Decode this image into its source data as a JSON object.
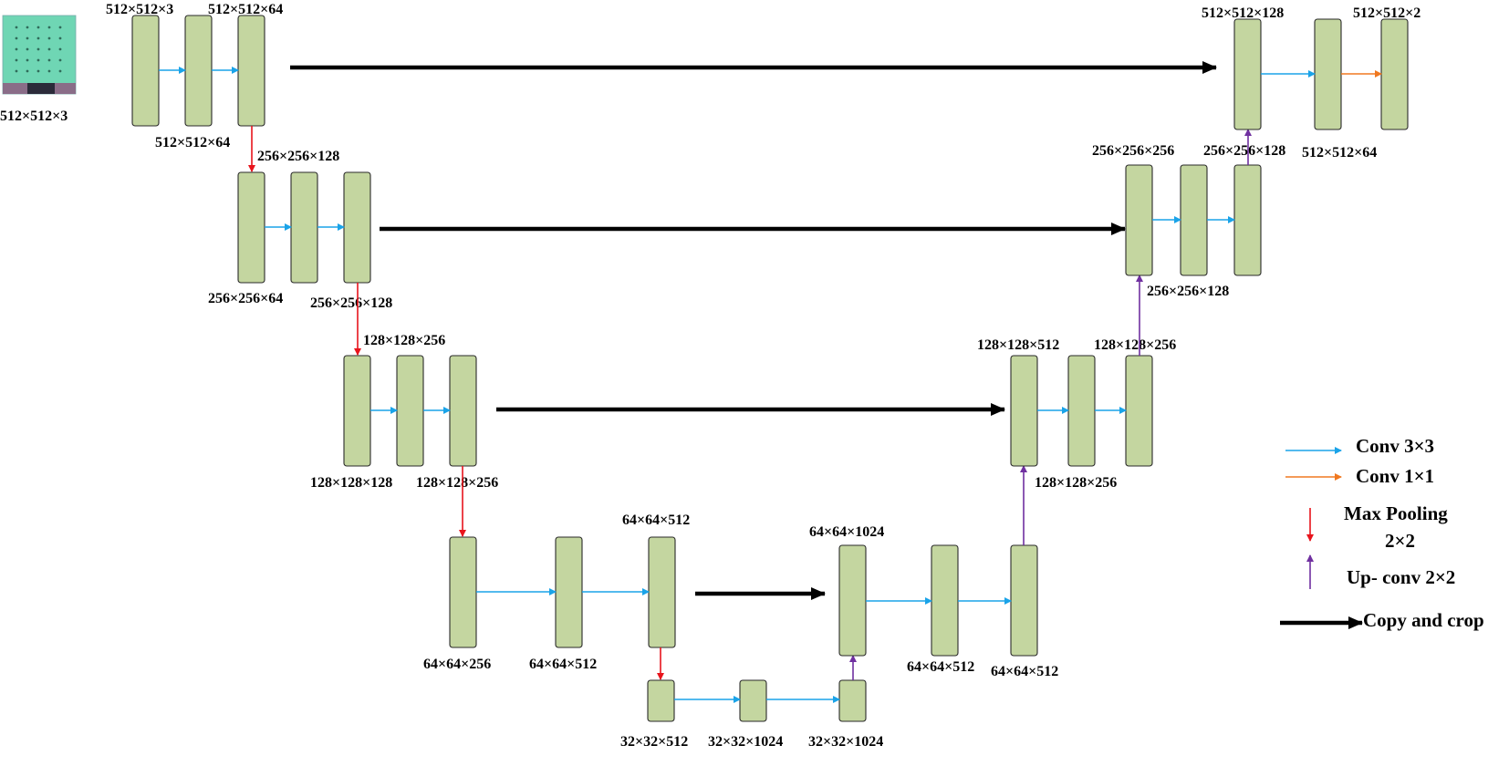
{
  "colors": {
    "block_fill": "#c4d6a0",
    "block_stroke": "#2a2a2a",
    "conv3x3": "#1aa3e8",
    "conv1x1": "#f07820",
    "maxpool": "#e8141c",
    "upconv": "#7030a0",
    "copy_crop": "#000000",
    "input_image": "#6fd6b4"
  },
  "legend": {
    "conv3x3": "Conv 3×3",
    "conv1x1": "Conv 1×1",
    "maxpool_line1": "Max Pooling",
    "maxpool_line2": "2×2",
    "upconv": "Up- conv 2×2",
    "copy_crop": "Copy and crop"
  },
  "input": {
    "label": "512×512×3"
  },
  "encoder": {
    "level1": [
      "512×512×3",
      "512×512×64",
      "512×512×64"
    ],
    "level2": [
      "256×256×128",
      "256×256×64",
      "256×256×128"
    ],
    "level3": [
      "128×128×256",
      "128×128×128",
      "128×128×256"
    ],
    "level4": [
      "64×64×512",
      "64×64×256",
      "64×64×512"
    ]
  },
  "bottleneck": [
    "32×32×512",
    "32×32×1024",
    "32×32×1024"
  ],
  "decoder": {
    "level4": [
      "64×64×1024",
      "64×64×512",
      "64×64×512"
    ],
    "level3": [
      "128×128×512",
      "128×128×256",
      "128×128×256"
    ],
    "level2": [
      "256×256×256",
      "256×256×128",
      "256×256×128"
    ],
    "level1": [
      "512×512×128",
      "512×512×2",
      "512×512×64"
    ]
  }
}
